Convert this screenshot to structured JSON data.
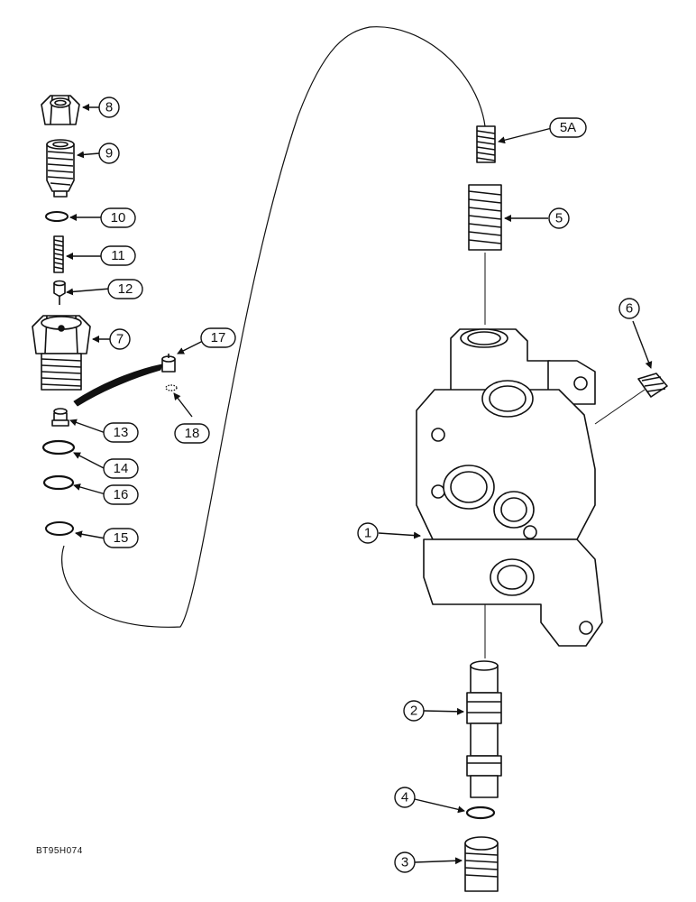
{
  "figure_code": "BT95H074",
  "callouts": {
    "c1": "1",
    "c2": "2",
    "c3": "3",
    "c4": "4",
    "c5": "5",
    "c5a": "5A",
    "c6": "6",
    "c7": "7",
    "c8": "8",
    "c9": "9",
    "c10": "10",
    "c11": "11",
    "c12": "12",
    "c13": "13",
    "c14": "14",
    "c15": "15",
    "c16": "16",
    "c17": "17",
    "c18": "18"
  }
}
